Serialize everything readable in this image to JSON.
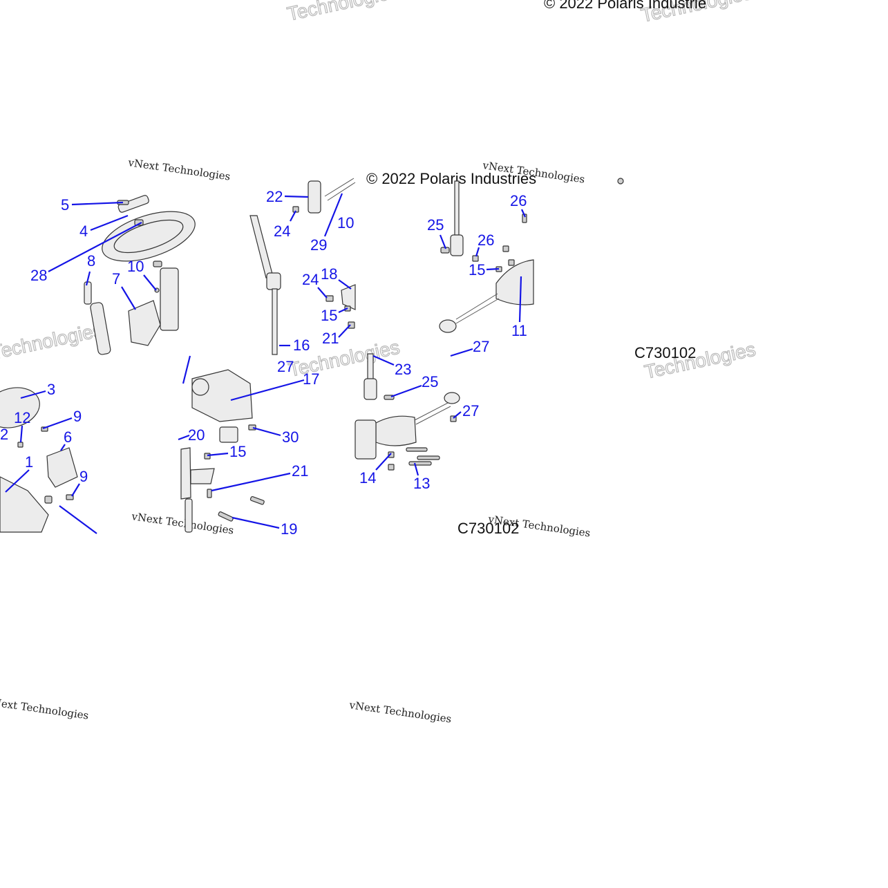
{
  "copyright": "© 2022 Polaris Industries",
  "copyright_top_right": "© 2022 Polaris Industrie",
  "drawing_code": "C730102",
  "watermark": {
    "line1": "vNext Technologies",
    "big": "Technologies"
  },
  "callouts": [
    "1",
    "2",
    "3",
    "4",
    "5",
    "6",
    "7",
    "8",
    "9",
    "10",
    "11",
    "12",
    "13",
    "14",
    "15",
    "16",
    "17",
    "18",
    "19",
    "20",
    "21",
    "22",
    "23",
    "24",
    "25",
    "26",
    "27",
    "28",
    "29",
    "30"
  ],
  "colors": {
    "callout": "#1414e6",
    "line_art": "#333333",
    "watermark": "#b9b9b9"
  }
}
